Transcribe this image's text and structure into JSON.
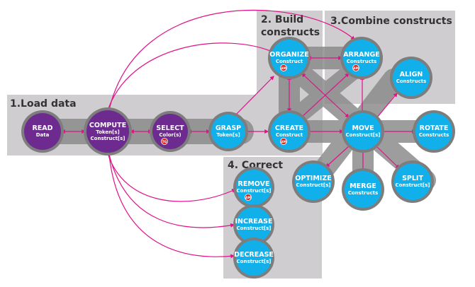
{
  "colors": {
    "panel": "#cfcdcf",
    "band": "#8c8c8c",
    "purple": "#6e2b8f",
    "blue": "#12b0ea",
    "ring": "#7d7d7d",
    "arrow": "#e0118a",
    "badge": "#e2231a",
    "title": "#333333"
  },
  "sections": {
    "load": "1.Load data",
    "build": "2. Build",
    "build2": "constructs",
    "combine": "3.Combine constructs",
    "correct": "4. Correct"
  },
  "nodes": {
    "read": {
      "title": "READ",
      "sub": "Data",
      "color": "purple"
    },
    "compute": {
      "title": "COMPUTE",
      "sub": "Token[s]",
      "sub2": "Construct[s]",
      "color": "purple"
    },
    "select": {
      "title": "SELECT",
      "sub": "Color(s)",
      "color": "purple",
      "badge": "TG"
    },
    "grasp": {
      "title": "GRASP",
      "sub": "Token[s]",
      "color": "blue"
    },
    "create": {
      "title": "CREATE",
      "sub": "Construct",
      "color": "blue",
      "badge": "AM"
    },
    "organize": {
      "title": "ORGANIZE",
      "sub": "Construct",
      "color": "blue",
      "badge": "AM"
    },
    "arrange": {
      "title": "ARRANGE",
      "sub": "Constructs",
      "color": "blue",
      "badge": "AM"
    },
    "align": {
      "title": "ALIGN",
      "sub": "Constructs",
      "color": "blue"
    },
    "move": {
      "title": "MOVE",
      "sub": "Construct[s]",
      "color": "blue"
    },
    "rotate": {
      "title": "ROTATE",
      "sub": "Constructs",
      "color": "blue"
    },
    "optimize": {
      "title": "OPTIMIZE",
      "sub": "Construct[s]",
      "color": "blue"
    },
    "merge": {
      "title": "MERGE",
      "sub": "Constructs",
      "color": "blue"
    },
    "split": {
      "title": "SPLIT",
      "sub": "Construct[s]",
      "color": "blue"
    },
    "remove": {
      "title": "REMOVE",
      "sub": "Construct[s]",
      "color": "blue",
      "badge": "AM"
    },
    "increase": {
      "title": "INCREASE",
      "sub": "Construct[s]",
      "color": "blue"
    },
    "decrease": {
      "title": "DECREASE",
      "sub": "Construct[s]",
      "color": "blue"
    }
  }
}
